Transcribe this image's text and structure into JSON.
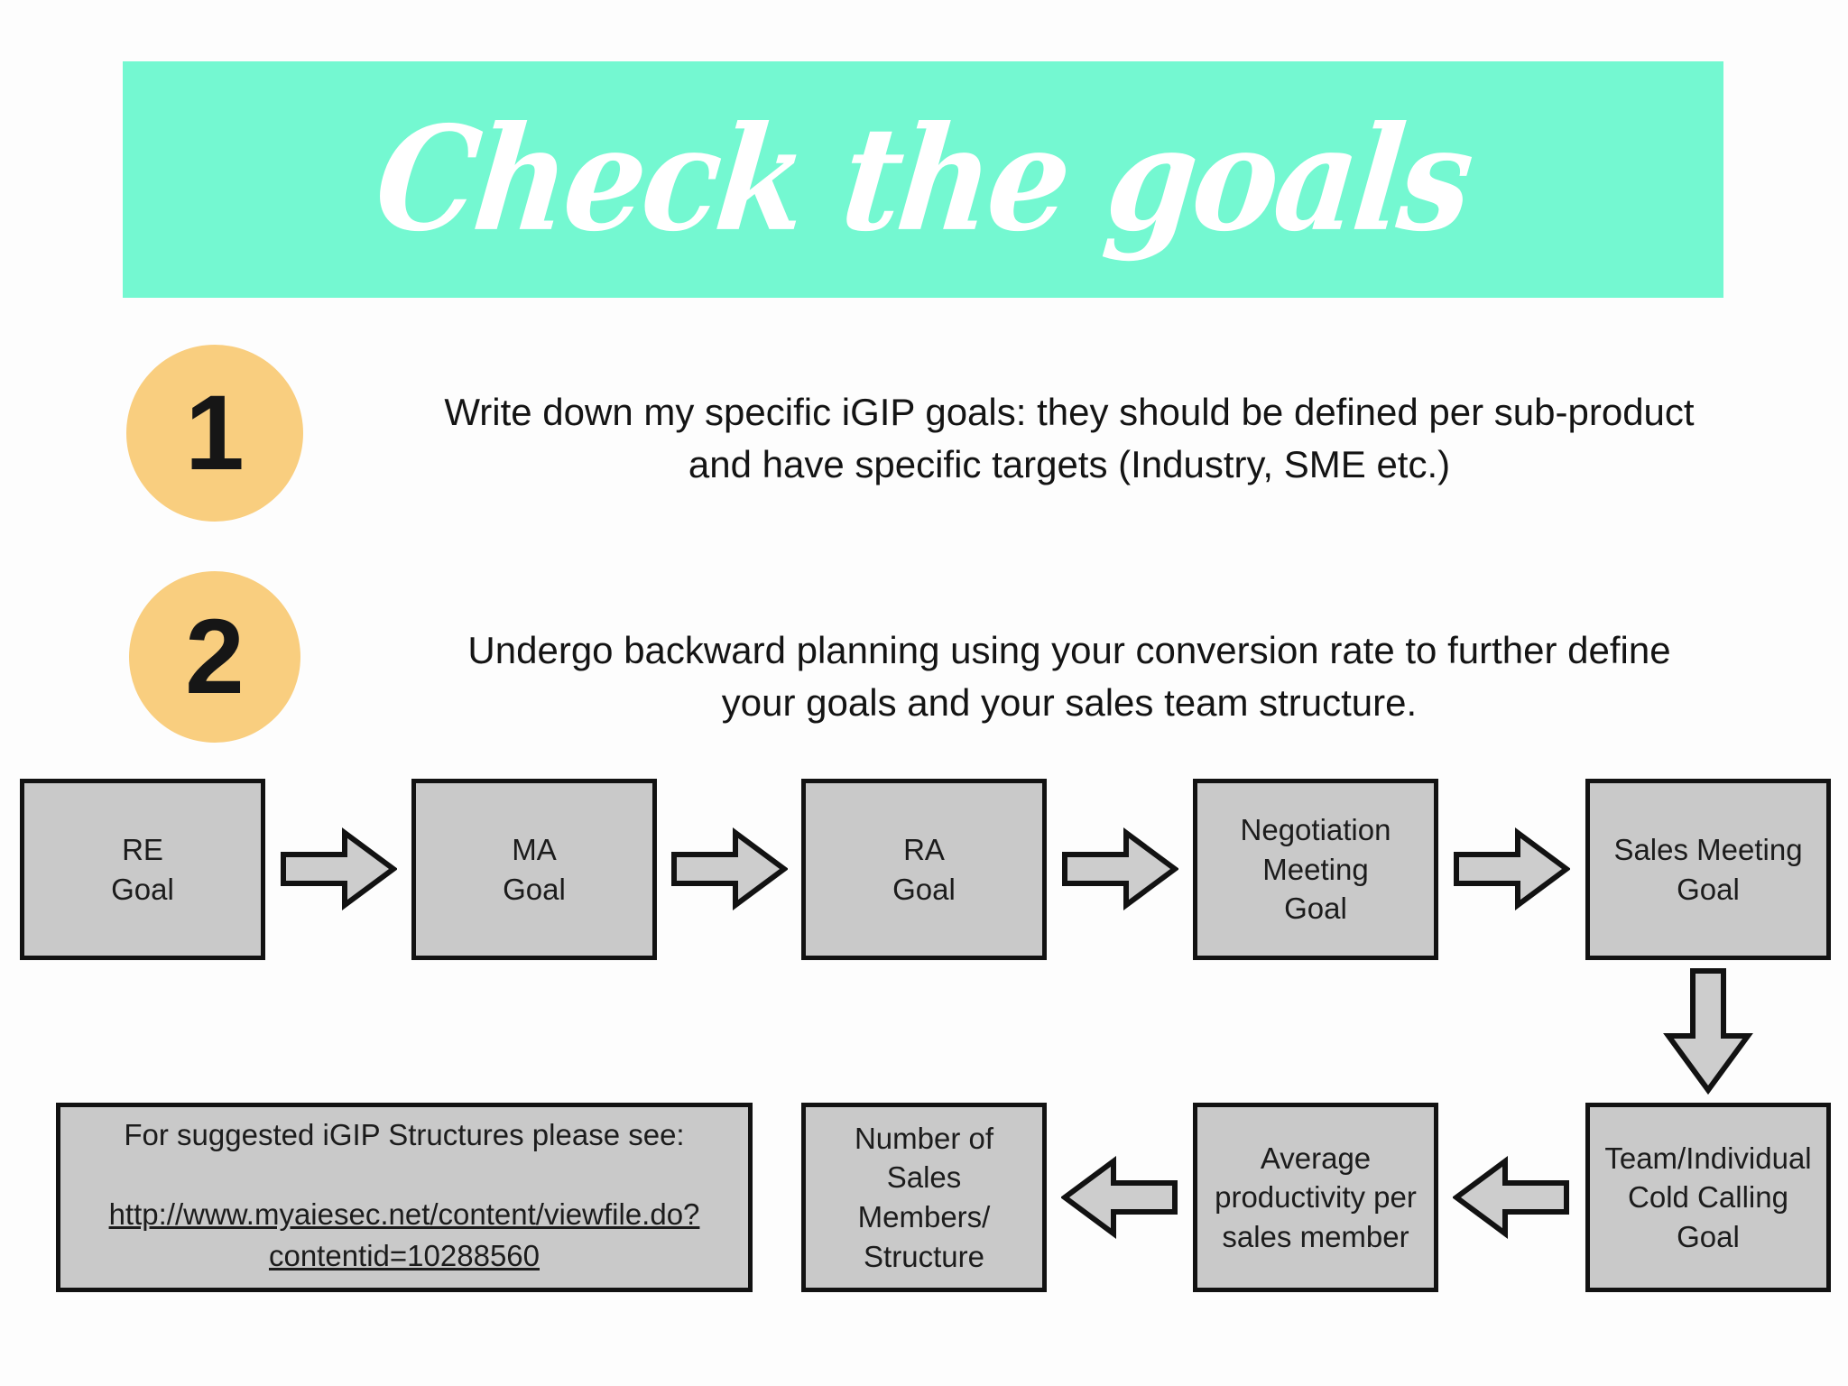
{
  "header": {
    "title": "Check the goals"
  },
  "steps": [
    {
      "number": "1",
      "text": "Write down my specific iGIP goals: they should be defined per sub-product\nand have specific targets (Industry, SME etc.)"
    },
    {
      "number": "2",
      "text": "Undergo backward planning using your conversion rate to further define\nyour goals and your sales team structure."
    }
  ],
  "flowchart": {
    "row1": [
      {
        "label": "RE\nGoal"
      },
      {
        "label": "MA\nGoal"
      },
      {
        "label": "RA\nGoal"
      },
      {
        "label": "Negotiation\nMeeting\nGoal"
      },
      {
        "label": "Sales Meeting\nGoal"
      }
    ],
    "row2": [
      {
        "label": "Number of\nSales\nMembers/\nStructure"
      },
      {
        "label": "Average\nproductivity per\nsales member"
      },
      {
        "label": "Team/Individual\nCold Calling\nGoal"
      }
    ],
    "reference": {
      "intro": "For suggested iGIP Structures please see:",
      "link_line1": "http://www.myaiesec.net/content/viewfile.do?",
      "link_line2": "contentid=10288560"
    }
  },
  "colors": {
    "banner_teal": "#74f8d1",
    "badge_orange": "#f9ce7f",
    "box_gray": "#c9c9c9",
    "box_border": "#121212",
    "arrow_gray": "#cdcdcd"
  }
}
